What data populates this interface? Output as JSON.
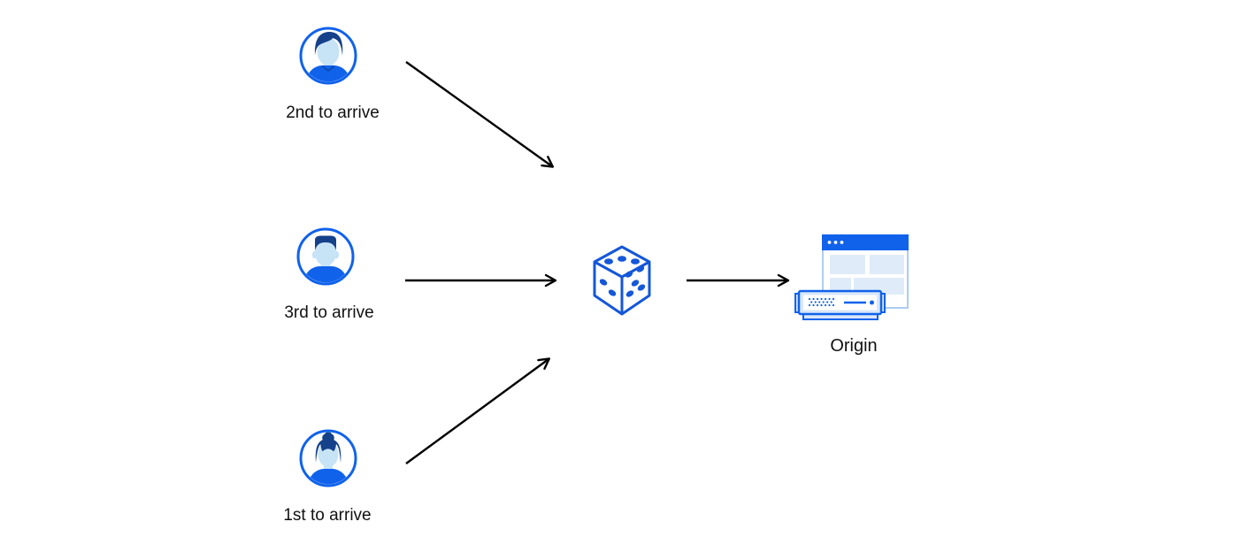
{
  "diagram": {
    "description": "Three visitors arrive in different order; each request passes through a random dice selector before reaching the origin server."
  },
  "nodes": {
    "visitor_second": {
      "label": "2nd to arrive",
      "icon": "male-avatar-icon"
    },
    "visitor_third": {
      "label": "3rd to arrive",
      "icon": "male-avatar-icon"
    },
    "visitor_first": {
      "label": "1st to arrive",
      "icon": "female-avatar-icon"
    },
    "randomizer": {
      "icon": "dice-icon"
    },
    "origin": {
      "label": "Origin",
      "icon": "origin-server-icon"
    }
  },
  "edges": [
    {
      "from": "visitor_second",
      "to": "randomizer"
    },
    {
      "from": "visitor_third",
      "to": "randomizer"
    },
    {
      "from": "visitor_first",
      "to": "randomizer"
    },
    {
      "from": "randomizer",
      "to": "origin"
    }
  ],
  "colors": {
    "accent_blue": "#1062EB",
    "dice_blue": "#1457D8",
    "hair_dark_blue": "#15418A",
    "face_light_blue": "#C7E3F6",
    "pale_block_blue": "#DFEBF8",
    "server_fill_blue": "#D9E7F9",
    "window_border_blue": "#AECCF0",
    "arrow_black": "#000000",
    "background": "#FFFFFF",
    "text": "#111111"
  }
}
